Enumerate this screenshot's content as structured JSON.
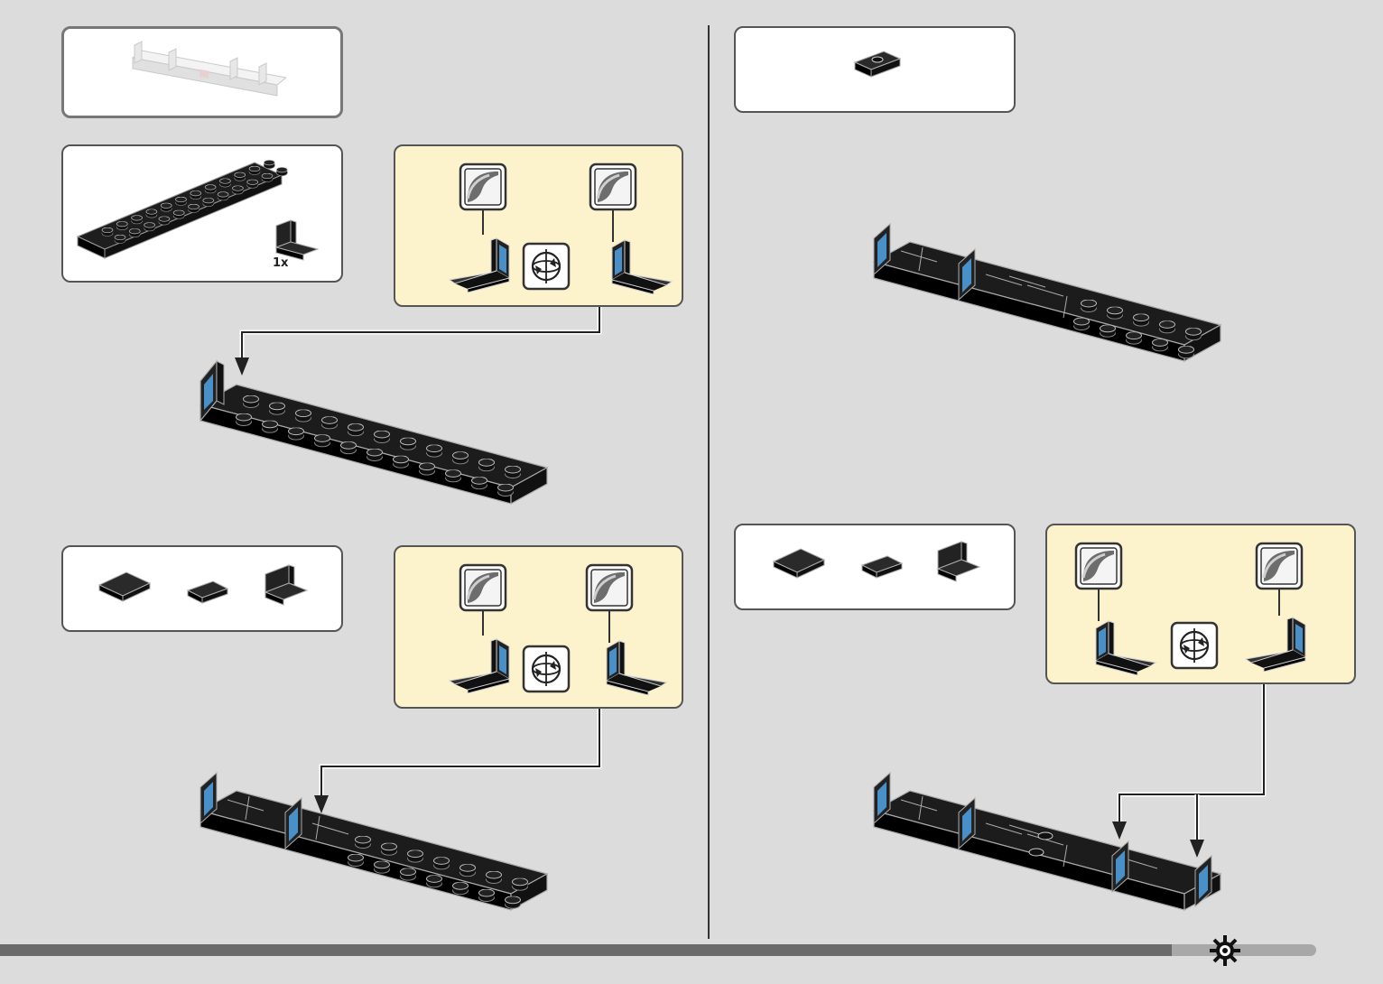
{
  "page": {
    "title": "",
    "divider": true
  },
  "left": {
    "reference_preview": {
      "icon": "faded-subassembly-preview"
    },
    "step_a": {
      "parts": [
        {
          "icon": "plate-2x12-black"
        },
        {
          "icon": "bracket-1x2-black",
          "quantity": "1x"
        }
      ],
      "sticker_callout": {
        "icons": [
          "sticker-icon",
          "sticker-icon",
          "rotate-icon"
        ]
      }
    },
    "step_b": {
      "parts": [
        {
          "icon": "tile-2x2-black"
        },
        {
          "icon": "tile-1x2-black"
        },
        {
          "icon": "bracket-1x2-black"
        }
      ],
      "sticker_callout": {
        "icons": [
          "sticker-icon",
          "sticker-icon",
          "rotate-icon"
        ]
      }
    }
  },
  "right": {
    "step_c": {
      "parts": [
        {
          "icon": "jumper-plate-1x2-black"
        }
      ]
    },
    "step_d": {
      "parts": [
        {
          "icon": "tile-2x2-black"
        },
        {
          "icon": "tile-1x2-black"
        },
        {
          "icon": "bracket-1x2-black"
        }
      ],
      "sticker_callout": {
        "icons": [
          "sticker-icon",
          "sticker-icon",
          "rotate-icon"
        ]
      }
    }
  },
  "footer": {
    "progress": 0.89,
    "icon": "gear-icon"
  },
  "colors": {
    "background": "#dcdcdc",
    "callout": "#fcf3cc",
    "sticker_blue": "#4a90c8",
    "brick": "#1e1e1e"
  }
}
